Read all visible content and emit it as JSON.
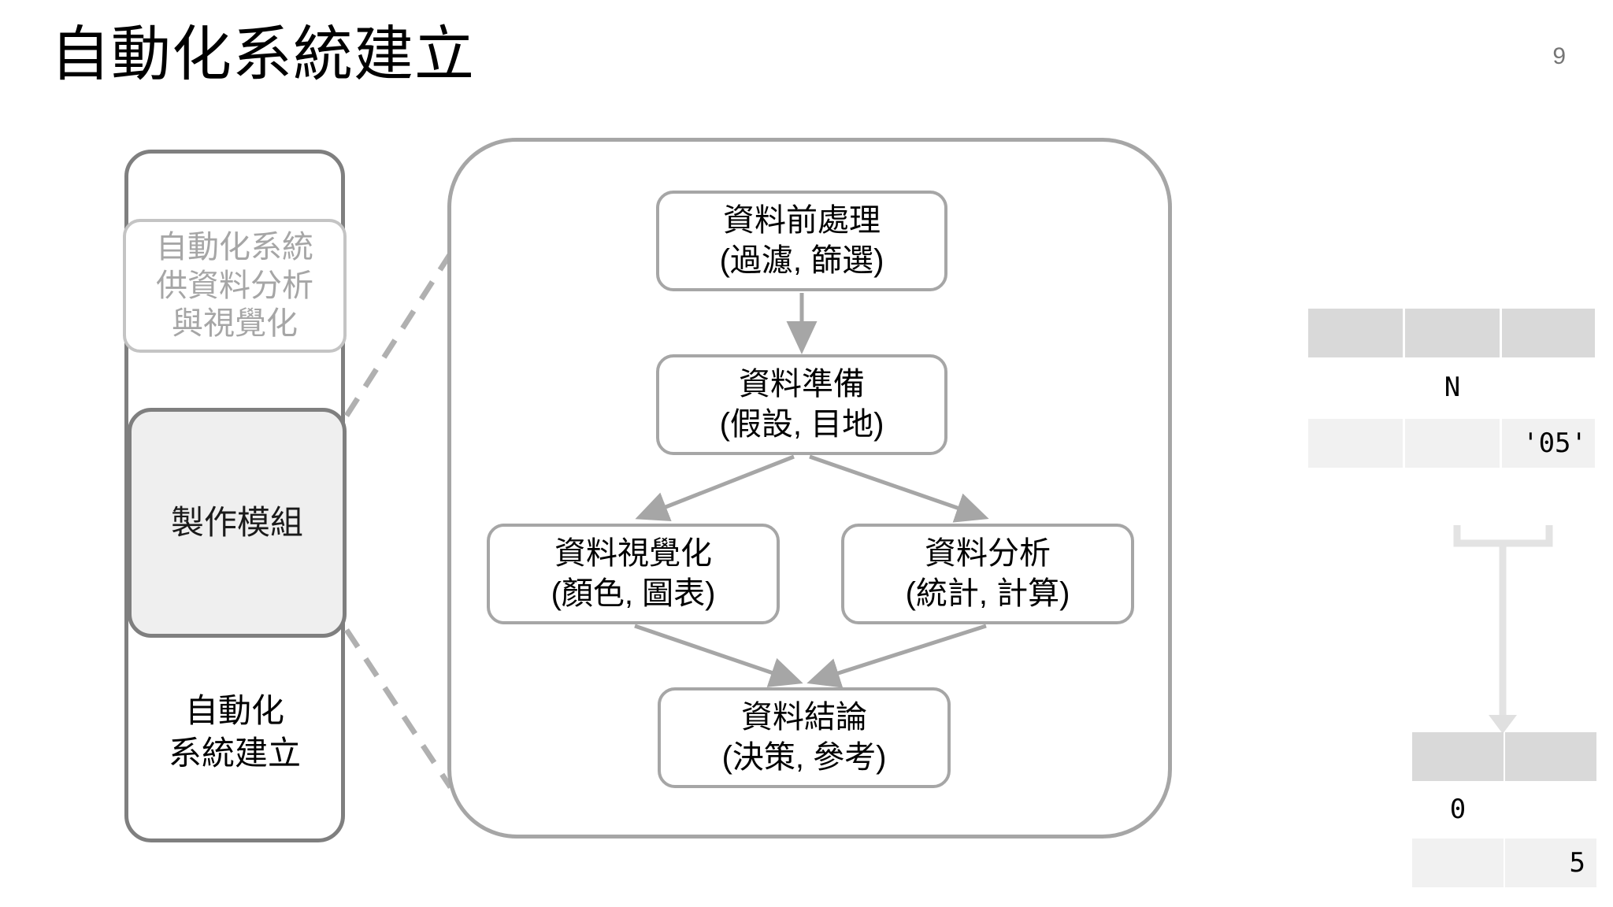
{
  "slide": {
    "title": "自動化系統建立",
    "page_number": "9"
  },
  "sidebar": {
    "items": [
      {
        "label": "自動化系統\n供資料分析\n與視覺化",
        "state": "inactive"
      },
      {
        "label": "製作模組",
        "state": "active"
      },
      {
        "label": "自動化\n系統建立",
        "state": "current"
      }
    ]
  },
  "flow": {
    "boxes": [
      {
        "title": "資料前處理",
        "subtitle": "(過濾, 篩選)"
      },
      {
        "title": "資料準備",
        "subtitle": "(假設, 目地)"
      },
      {
        "title": "資料視覺化",
        "subtitle": "(顏色, 圖表)"
      },
      {
        "title": "資料分析",
        "subtitle": "(統計, 計算)"
      },
      {
        "title": "資料結論",
        "subtitle": "(決策, 參考)"
      }
    ]
  },
  "right_panel": {
    "table_top": {
      "header_cells": [
        "",
        "",
        ""
      ],
      "caption": "N",
      "body_cells": [
        "",
        "",
        "'05'"
      ]
    },
    "table_bottom": {
      "header_cells": [
        "",
        ""
      ],
      "caption": "0",
      "body_cells": [
        "",
        "5"
      ]
    }
  },
  "colors": {
    "container_border": "#a6a6a6",
    "sidebar_border": "#7f7f7f",
    "active_fill": "#efefef",
    "inactive_text": "#a6a6a6",
    "table_header_fill": "#d9d9d9",
    "table_body_fill": "#f1f1f1",
    "connector": "#e3e3e3",
    "page_number_text": "#757575"
  }
}
